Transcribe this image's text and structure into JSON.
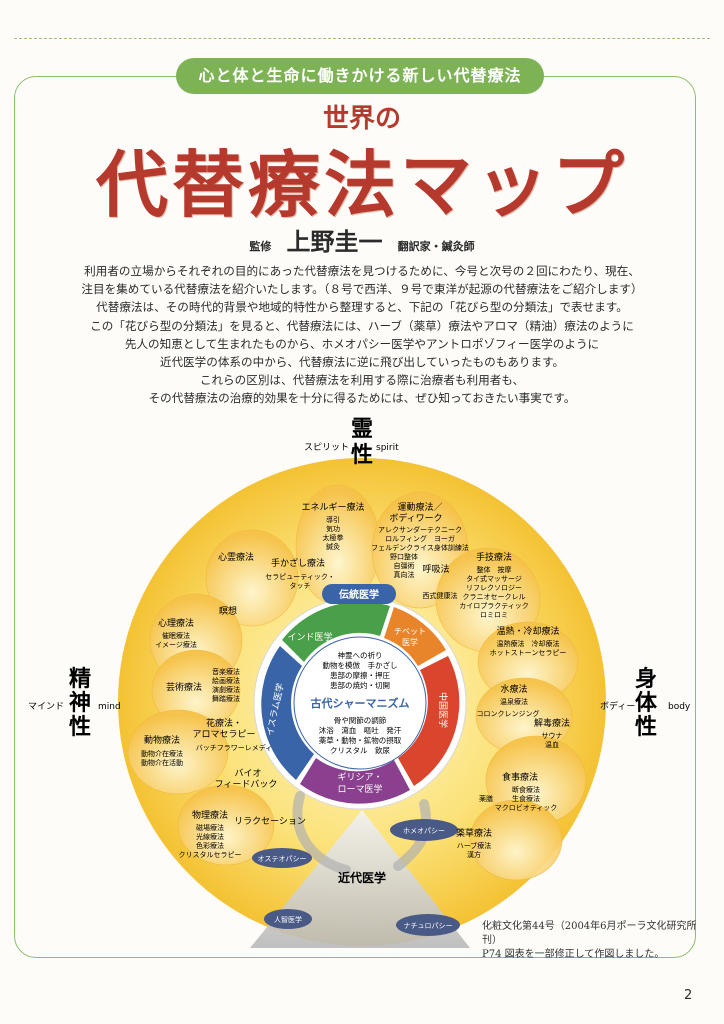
{
  "banner": "心と体と生命に働きかける新しい代替療法",
  "title": {
    "small": "世界の",
    "big": "代替療法マップ"
  },
  "supervisor": {
    "label": "監修",
    "name": "上野圭一",
    "role": "翻訳家・鍼灸師"
  },
  "intro": [
    "利用者の立場からそれぞれの目的にあった代替療法を見つけるために、今号と次号の２回にわたり、現在、",
    "注目を集めている代替療法を紹介いたします。（８号で西洋、９号で東洋が起源の代替療法をご紹介します）",
    "代替療法は、その時代的背景や地域的特性から整理すると、下記の「花びら型の分類法」で表せます。",
    "この「花びら型の分類法」を見ると、代替療法には、ハーブ（薬草）療法やアロマ（精油）療法のように",
    "先人の知恵として生まれたものから、ホメオパシー医学やアントロポゾフィー医学のように",
    "近代医学の体系の中から、代替療法に逆に飛び出していったものもあります。",
    "これらの区別は、代替療法を利用する際に治療者も利用者も、",
    "その代替療法の治療的効果を十分に得るためには、ぜひ知っておきたい事実です。"
  ],
  "axes": {
    "spirit": {
      "kana": "スピリット",
      "label": "霊性",
      "en": "spirit"
    },
    "mind": {
      "kana": "マインド",
      "label": "精神性",
      "en": "mind"
    },
    "body": {
      "kana": "ボディー",
      "label": "身体性",
      "en": "body"
    }
  },
  "center": {
    "title": "古代シャーマニズム",
    "upper": [
      "神霊への祈り",
      "動物を模倣　手かざし",
      "患部の摩擦・押圧",
      "患部の焼灼・切開"
    ],
    "lower": [
      "骨や関節の調節",
      "沐浴　瀉血　嘔吐　発汗",
      "薬草・動物・鉱物の摂取",
      "クリスタル　飲尿"
    ]
  },
  "ring": {
    "traditional": "伝統医学",
    "indian": "インド医学",
    "tibetan": [
      "チベット",
      "医学"
    ],
    "islamic": "イスラム医学",
    "chinese": "中国医学",
    "greek": [
      "ギリシア・",
      "ローマ医学"
    ]
  },
  "petals": {
    "energy": {
      "title": "エネルギー療法",
      "items": [
        "導引",
        "気功",
        "太極拳",
        "鍼灸"
      ]
    },
    "movement": {
      "title": [
        "運動療法／",
        "ボディワーク"
      ],
      "items": [
        "アレクサンダーテクニーク",
        "ロルフィング　ヨーガ",
        "フェルデンクライス身体訓練法",
        "野口整体",
        "自彊術",
        "真向法"
      ]
    },
    "psychic": {
      "title": "心霊療法"
    },
    "handheal": {
      "title": "手かざし療法",
      "items": [
        "セラピューティック・",
        "タッチ"
      ]
    },
    "breath": {
      "title": "呼吸法"
    },
    "western": {
      "title": "西式健康法"
    },
    "manual": {
      "title": "手技療法",
      "items": [
        "整体　按摩",
        "タイ式マッサージ",
        "リフレクソロジー",
        "クラニオセークレル",
        "カイロプラクティック",
        "ロミロミ"
      ]
    },
    "meditation": {
      "title": "瞑想"
    },
    "psycho": {
      "title": "心理療法",
      "items": [
        "催眠療法",
        "イメージ療法"
      ]
    },
    "thermal": {
      "title": "温熱・冷却療法",
      "items": [
        "温熱療法　冷却療法",
        "ホットストーンセラピー"
      ]
    },
    "art": {
      "title": "芸術療法",
      "items": [
        "音楽療法",
        "絵画療法",
        "演劇療法",
        "舞踏療法"
      ]
    },
    "hydro": {
      "title": "水療法",
      "items": [
        "温泉療法",
        "コロンクレンジング"
      ]
    },
    "detox": {
      "title": "解毒療法",
      "items": [
        "サウナ",
        "温血"
      ]
    },
    "herb_aroma": {
      "title": [
        "花療法・",
        "アロマセラピー"
      ],
      "items": [
        "バッチフラワーレメディ"
      ]
    },
    "animal": {
      "title": "動物療法",
      "items": [
        "動物介在療法",
        "動物介在活動"
      ]
    },
    "bio": {
      "title": [
        "バイオ",
        "フィードバック"
      ]
    },
    "diet": {
      "title": "食事療法",
      "items": [
        "断食療法",
        "生食療法",
        "マクロビオティック"
      ]
    },
    "medicinal": {
      "title": "薬膳"
    },
    "physical": {
      "title": "物理療法",
      "items": [
        "磁場療法",
        "光線療法",
        "色彩療法",
        "クリスタルセラピー"
      ]
    },
    "relax": {
      "title": "リラクセーション"
    },
    "herbal": {
      "title": "薬草療法",
      "items": [
        "ハーブ療法",
        "漢方"
      ]
    }
  },
  "modern": {
    "label": "近代医学",
    "pills": [
      "オステオパシー",
      "ホメオパシー",
      "人智医学",
      "ナチュロパシー"
    ]
  },
  "caption": [
    "化粧文化第44号（2004年6月ポーラ文化研究所刊）",
    "P74 図表を一部修正して作図しました。"
  ],
  "page_number": "2",
  "colors": {
    "banner": "#7db255",
    "title": "#b53a2d",
    "petal": "#f7c548",
    "ring_blue": "#3a64a8",
    "ring_green": "#4aa04a",
    "ring_orange": "#e8852b",
    "ring_red": "#d9452d",
    "ring_purple": "#8a3f8f"
  }
}
